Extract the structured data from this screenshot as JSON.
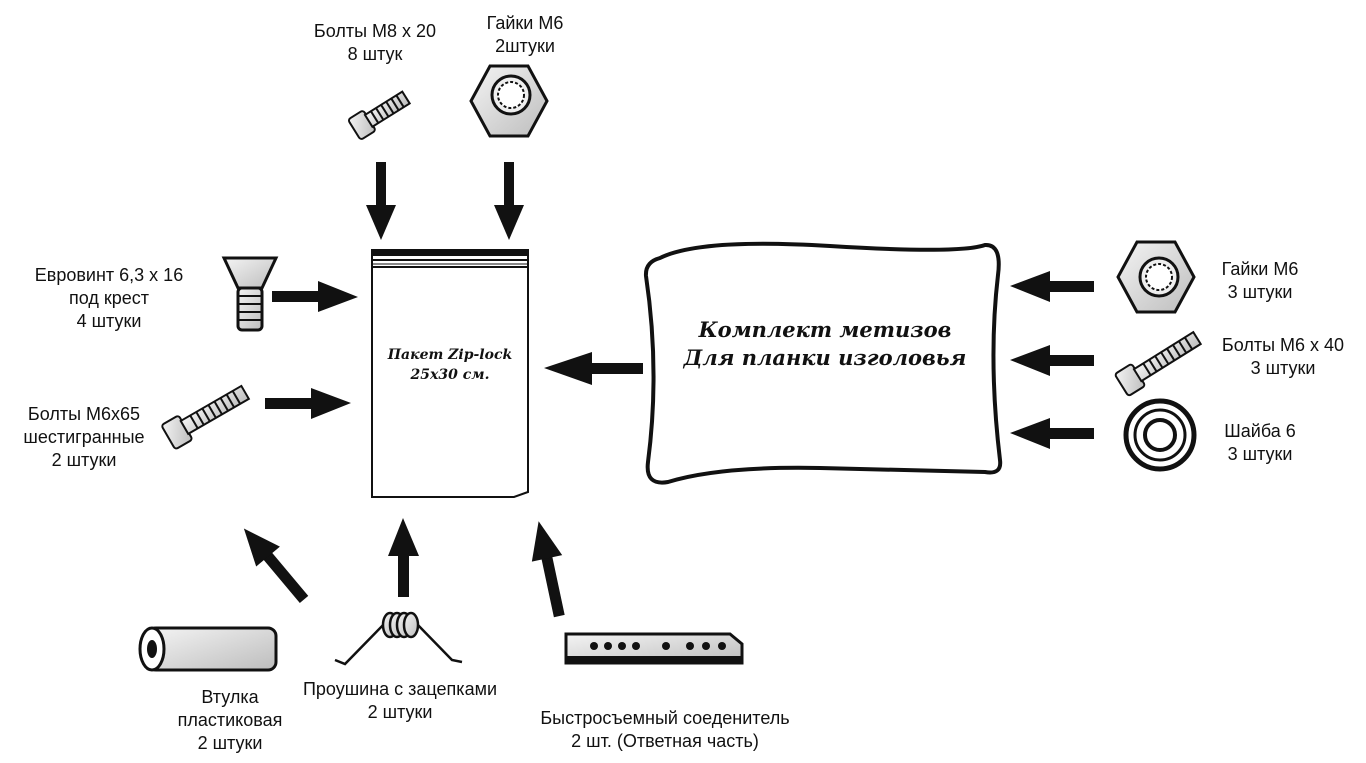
{
  "bag": {
    "line1": "Пакет Zip-lock",
    "line2": "25x30 см."
  },
  "kit": {
    "line1": "Комплект метизов",
    "line2": "Для планки изголовья"
  },
  "items": {
    "bolts_m8": {
      "line1": "Болты М8 х 20",
      "line2": "8 штук"
    },
    "nuts_m6_top": {
      "line1": "Гайки М6",
      "line2": "2штуки"
    },
    "eurovint": {
      "line1": "Евровинт 6,3 х 16",
      "line2": "под крест",
      "line3": "4 штуки"
    },
    "bolts_m6x65": {
      "line1": "Болты М6х65",
      "line2": "шестигранные",
      "line3": "2 штуки"
    },
    "bushing": {
      "line1": "Втулка",
      "line2": "пластиковая",
      "line3": "2 штуки"
    },
    "eyelet": {
      "line1": "Проушина с зацепками",
      "line2": "2 штуки"
    },
    "connector": {
      "line1": "Быстросъемный соеденитель",
      "line2": "2 шт. (Ответная часть)"
    },
    "nuts_m6_right": {
      "line1": "Гайки М6",
      "line2": "3 штуки"
    },
    "bolts_m6x40": {
      "line1": "Болты М6 х 40",
      "line2": "3 штуки"
    },
    "washer": {
      "line1": "Шайба 6",
      "line2": "3 штуки"
    }
  },
  "icons": [
    "bolt-icon",
    "hex-nut-icon",
    "countersunk-screw-icon",
    "long-bolt-icon",
    "bushing-icon",
    "spring-eyelet-icon",
    "connector-plate-icon",
    "washer-icon",
    "zip-lock-bag-icon",
    "arrow-icon"
  ],
  "colors": {
    "ink": "#111111",
    "background": "#ffffff",
    "metal": "#d9d9d9"
  }
}
